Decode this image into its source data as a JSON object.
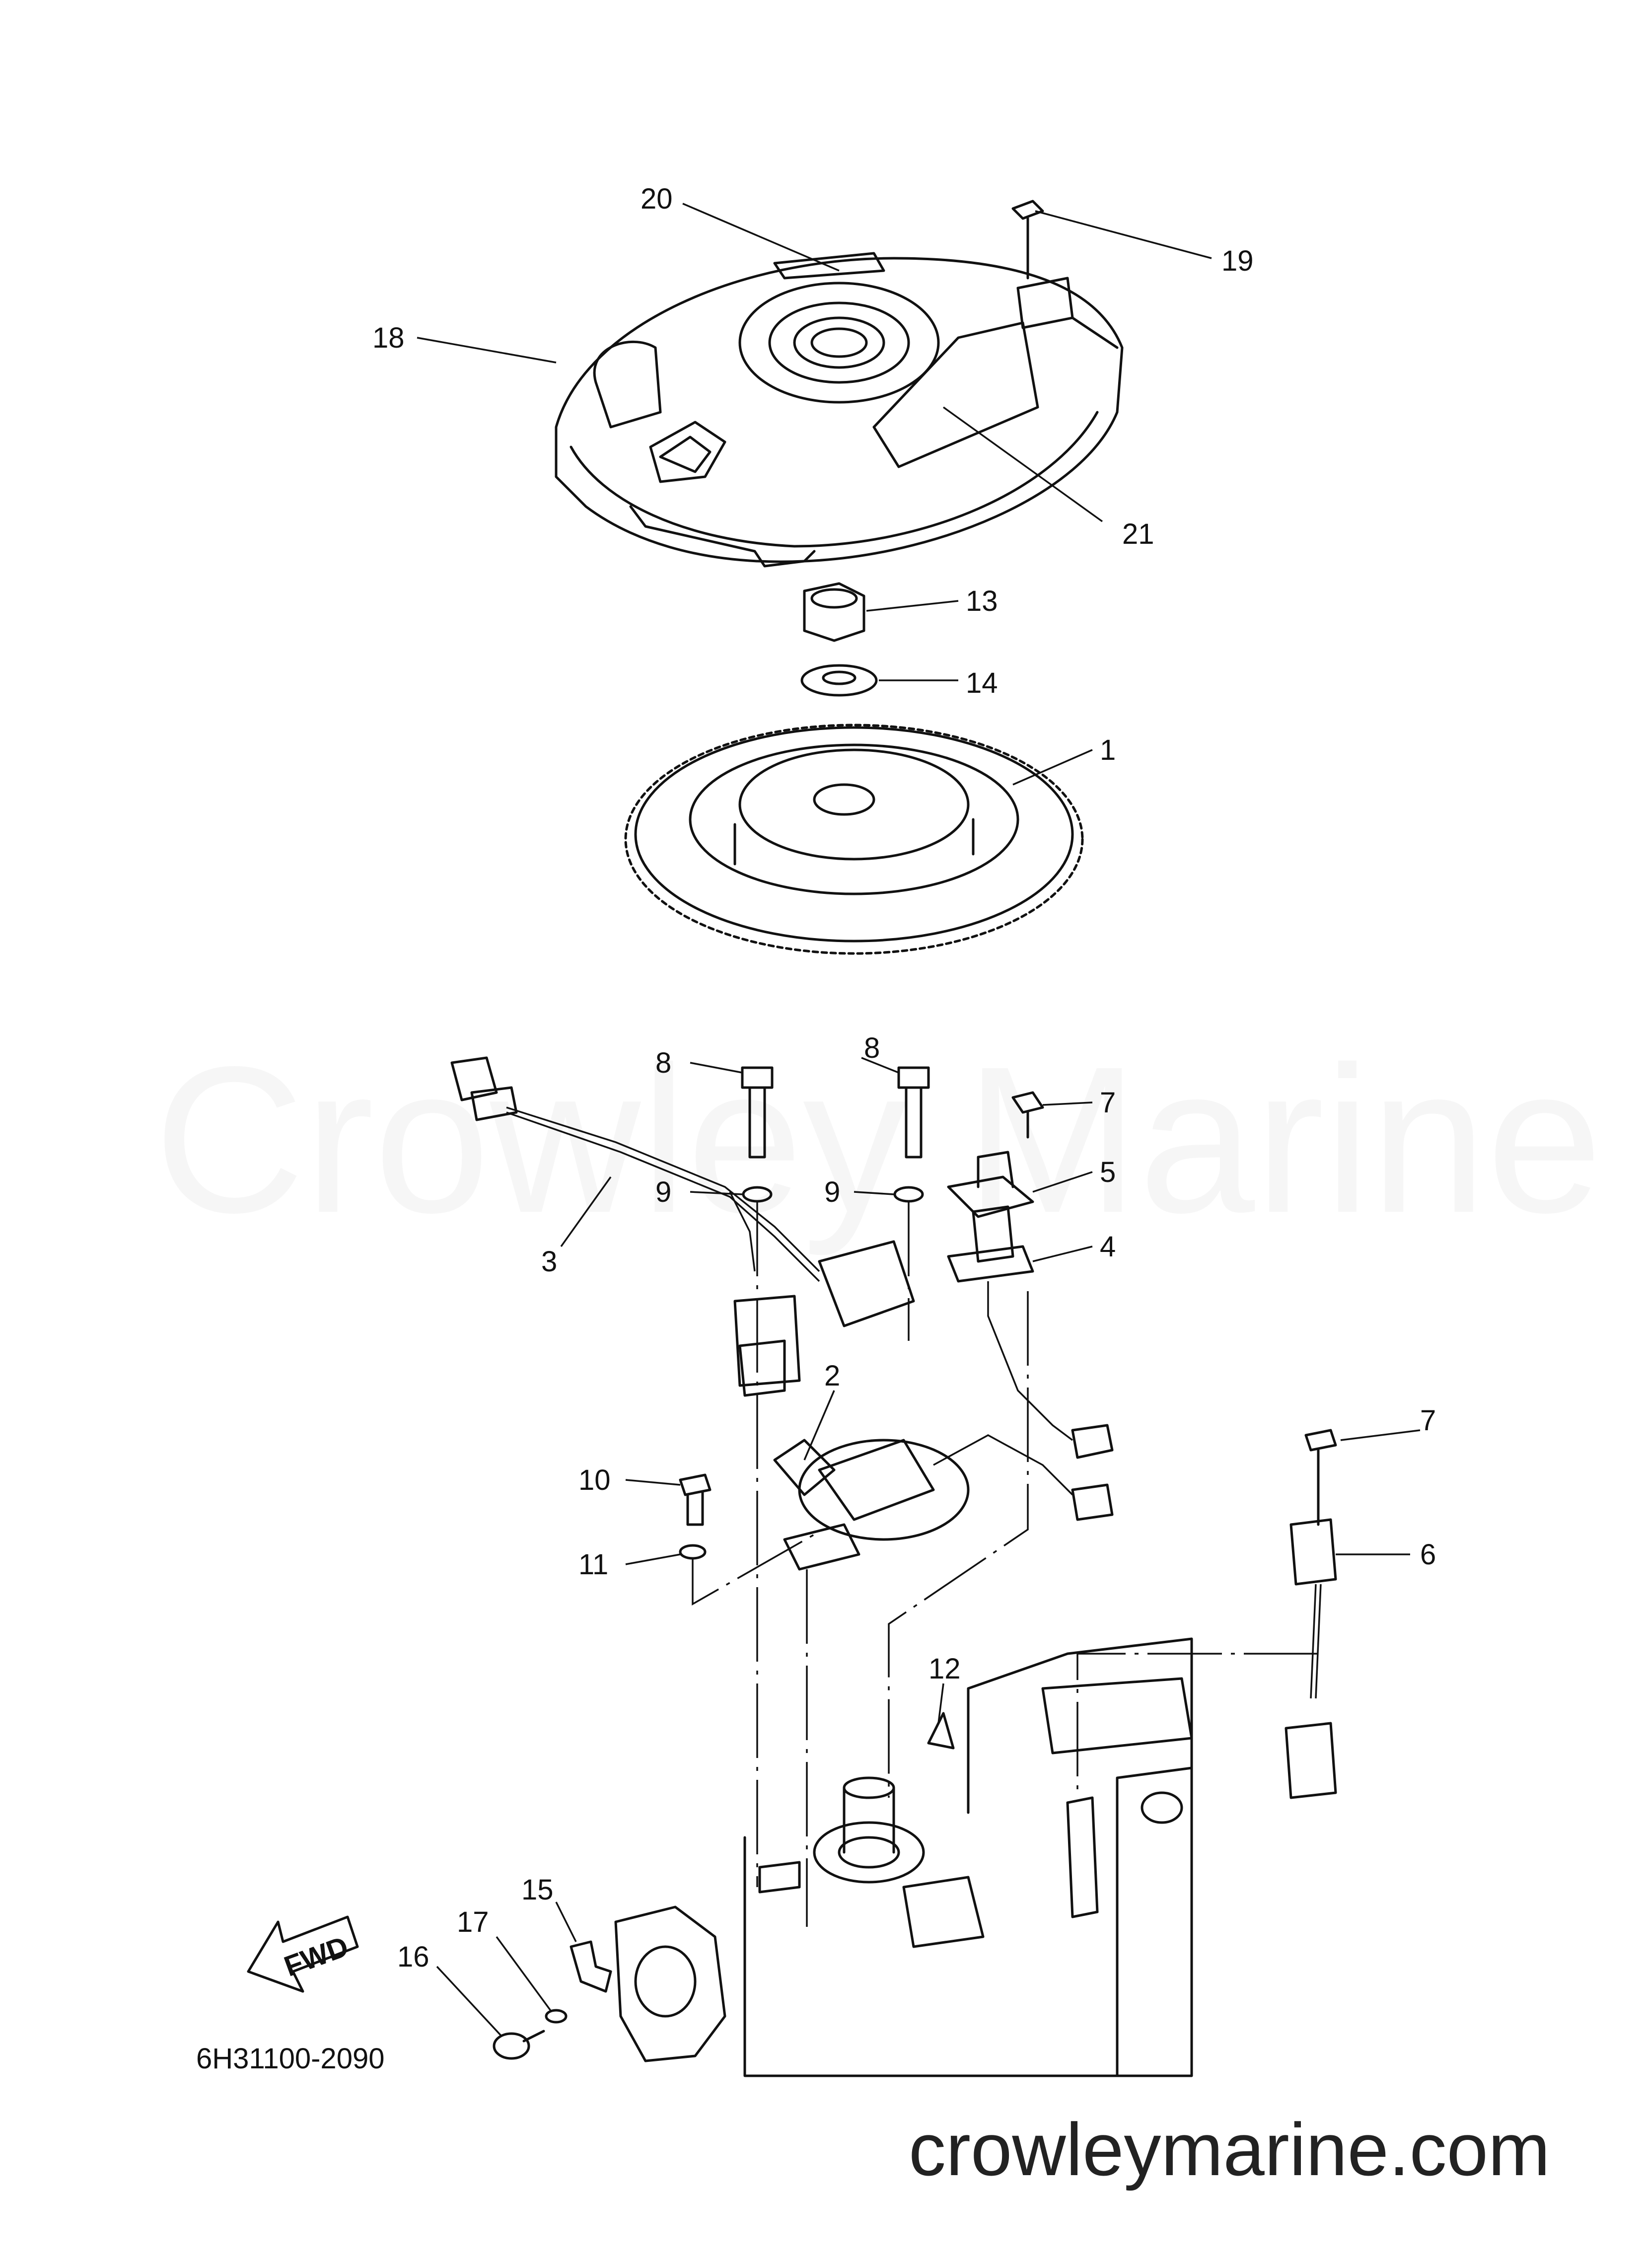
{
  "watermark": "Crowley Marine",
  "site_footer": "crowleymarine.com",
  "diagram_code": "6H31100-2090",
  "fwd_label": "FWD",
  "callouts": [
    {
      "id": "c1",
      "label": "1"
    },
    {
      "id": "c2",
      "label": "2"
    },
    {
      "id": "c3",
      "label": "3"
    },
    {
      "id": "c4",
      "label": "4"
    },
    {
      "id": "c5",
      "label": "5"
    },
    {
      "id": "c6",
      "label": "6"
    },
    {
      "id": "c7a",
      "label": "7"
    },
    {
      "id": "c7b",
      "label": "7"
    },
    {
      "id": "c8a",
      "label": "8"
    },
    {
      "id": "c8b",
      "label": "8"
    },
    {
      "id": "c9a",
      "label": "9"
    },
    {
      "id": "c9b",
      "label": "9"
    },
    {
      "id": "c10",
      "label": "10"
    },
    {
      "id": "c11",
      "label": "11"
    },
    {
      "id": "c12",
      "label": "12"
    },
    {
      "id": "c13",
      "label": "13"
    },
    {
      "id": "c14",
      "label": "14"
    },
    {
      "id": "c15",
      "label": "15"
    },
    {
      "id": "c16",
      "label": "16"
    },
    {
      "id": "c17",
      "label": "17"
    },
    {
      "id": "c18",
      "label": "18"
    },
    {
      "id": "c19",
      "label": "19"
    },
    {
      "id": "c20",
      "label": "20"
    },
    {
      "id": "c21",
      "label": "21"
    }
  ]
}
